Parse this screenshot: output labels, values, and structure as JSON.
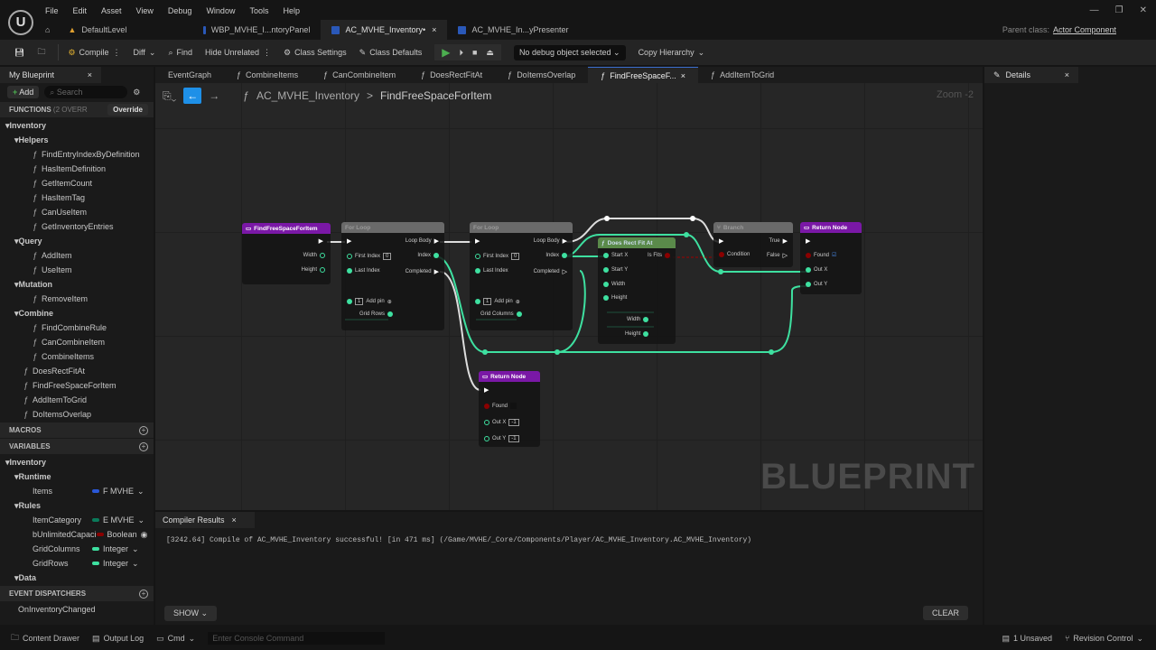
{
  "menu": [
    "File",
    "Edit",
    "Asset",
    "View",
    "Debug",
    "Window",
    "Tools",
    "Help"
  ],
  "doc_tabs": [
    {
      "label": "DefaultLevel"
    },
    {
      "label": "WBP_MVHE_I...ntoryPanel"
    },
    {
      "label": "AC_MVHE_Inventory•"
    },
    {
      "label": "AC_MVHE_In...yPresenter"
    }
  ],
  "parent_class": {
    "label": "Parent class:",
    "value": "Actor Component"
  },
  "toolbar": {
    "compile": "Compile",
    "diff": "Diff",
    "find": "Find",
    "hide_unrelated": "Hide Unrelated",
    "class_settings": "Class Settings",
    "class_defaults": "Class Defaults",
    "debug_object": "No debug object selected",
    "copy_hierarchy": "Copy Hierarchy"
  },
  "my_blueprint": {
    "title": "My Blueprint",
    "add": "Add",
    "search_placeholder": "Search",
    "functions_label": "FUNCTIONS",
    "functions_count": "(2 OVERR",
    "override": "Override",
    "tree": [
      {
        "label": "Inventory",
        "kind": "grp",
        "indent": 0
      },
      {
        "label": "Helpers",
        "kind": "grp",
        "indent": 1
      },
      {
        "label": "FindEntryIndexByDefinition",
        "kind": "fn",
        "indent": 2
      },
      {
        "label": "HasItemDefinition",
        "kind": "fn",
        "indent": 2
      },
      {
        "label": "GetItemCount",
        "kind": "fn",
        "indent": 2
      },
      {
        "label": "HasItemTag",
        "kind": "fn",
        "indent": 2
      },
      {
        "label": "CanUseItem",
        "kind": "fn",
        "indent": 2
      },
      {
        "label": "GetInventoryEntries",
        "kind": "fn",
        "indent": 2
      },
      {
        "label": "Query",
        "kind": "grp",
        "indent": 1
      },
      {
        "label": "AddItem",
        "kind": "fn",
        "indent": 2
      },
      {
        "label": "UseItem",
        "kind": "fn",
        "indent": 2
      },
      {
        "label": "Mutation",
        "kind": "grp",
        "indent": 1
      },
      {
        "label": "RemoveItem",
        "kind": "fn",
        "indent": 2
      },
      {
        "label": "Combine",
        "kind": "grp",
        "indent": 1
      },
      {
        "label": "FindCombineRule",
        "kind": "fn",
        "indent": 2
      },
      {
        "label": "CanCombineItem",
        "kind": "fn",
        "indent": 2
      },
      {
        "label": "CombineItems",
        "kind": "fn",
        "indent": 2
      },
      {
        "label": "DoesRectFitAt",
        "kind": "fn",
        "indent": 1
      },
      {
        "label": "FindFreeSpaceForItem",
        "kind": "fn",
        "indent": 1
      },
      {
        "label": "AddItemToGrid",
        "kind": "fn",
        "indent": 1
      },
      {
        "label": "DoItemsOverlap",
        "kind": "fn",
        "indent": 1
      }
    ],
    "macros_label": "MACROS",
    "variables_label": "VARIABLES",
    "variables": [
      {
        "label": "Inventory",
        "kind": "grp",
        "indent": 0
      },
      {
        "label": "Runtime",
        "kind": "grp",
        "indent": 1
      },
      {
        "label": "Items",
        "kind": "var",
        "indent": 2,
        "type": "F MVHE",
        "color": "#2a58d8"
      },
      {
        "label": "Rules",
        "kind": "grp",
        "indent": 1
      },
      {
        "label": "ItemCategory",
        "kind": "var",
        "indent": 2,
        "type": "E MVHE",
        "color": "#0a7a5a"
      },
      {
        "label": "bUnlimitedCapaci",
        "kind": "var",
        "indent": 2,
        "type": "Boolean",
        "color": "#8a0000"
      },
      {
        "label": "GridColumns",
        "kind": "var",
        "indent": 2,
        "type": "Integer",
        "color": "#3ee0a0"
      },
      {
        "label": "GridRows",
        "kind": "var",
        "indent": 2,
        "type": "Integer",
        "color": "#3ee0a0"
      },
      {
        "label": "Data",
        "kind": "grp",
        "indent": 1
      }
    ],
    "dispatchers_label": "EVENT DISPATCHERS",
    "dispatchers": [
      "OnInventoryChanged"
    ]
  },
  "graph_tabs": [
    {
      "label": "EventGraph"
    },
    {
      "label": "CombineItems"
    },
    {
      "label": "CanCombineItem"
    },
    {
      "label": "DoesRectFitAt"
    },
    {
      "label": "DoItemsOverlap"
    },
    {
      "label": "FindFreeSpaceF..."
    },
    {
      "label": "AddItemToGrid"
    }
  ],
  "breadcrumb": {
    "class": "AC_MVHE_Inventory",
    "sep": ">",
    "function": "FindFreeSpaceForItem"
  },
  "zoom": "Zoom -2",
  "watermark": "BLUEPRINT",
  "nodes": {
    "entry": {
      "title": "FindFreeSpaceForItem",
      "pins": [
        "Width",
        "Height"
      ]
    },
    "loop1": {
      "title": "For Loop",
      "first_index": "First Index",
      "first_val": "0",
      "last_index": "Last Index",
      "loop_body": "Loop Body",
      "index": "Index",
      "completed": "Completed",
      "add_pin": "Add pin",
      "add_val": "1",
      "var": "Grid Rows"
    },
    "loop2": {
      "title": "For Loop",
      "first_index": "First Index",
      "first_val": "0",
      "last_index": "Last Index",
      "loop_body": "Loop Body",
      "index": "Index",
      "completed": "Completed",
      "add_pin": "Add pin",
      "add_val": "1",
      "var": "Grid Columns"
    },
    "rect": {
      "title": "Does Rect Fit At",
      "pins": [
        "Start X",
        "Start Y",
        "Width",
        "Height"
      ],
      "out": "Is Fits",
      "vars": [
        "Width",
        "Height"
      ]
    },
    "branch": {
      "title": "Branch",
      "condition": "Condition",
      "true": "True",
      "false": "False"
    },
    "ret1": {
      "title": "Return Node",
      "pins": [
        "Found",
        "Out X",
        "Out Y"
      ]
    },
    "ret2": {
      "title": "Return Node",
      "found": "Found",
      "outx": "Out X",
      "outy": "Out Y",
      "outx_val": "-1",
      "outy_val": "-1"
    }
  },
  "details": {
    "title": "Details"
  },
  "compiler": {
    "title": "Compiler Results",
    "message": "[3242.64] Compile of AC_MVHE_Inventory successful! [in 471 ms] (/Game/MVHE/_Core/Components/Player/AC_MVHE_Inventory.AC_MVHE_Inventory)",
    "show": "SHOW",
    "clear": "CLEAR"
  },
  "status": {
    "content_drawer": "Content Drawer",
    "output_log": "Output Log",
    "cmd": "Cmd",
    "console_placeholder": "Enter Console Command",
    "unsaved": "1 Unsaved",
    "revision": "Revision Control"
  }
}
